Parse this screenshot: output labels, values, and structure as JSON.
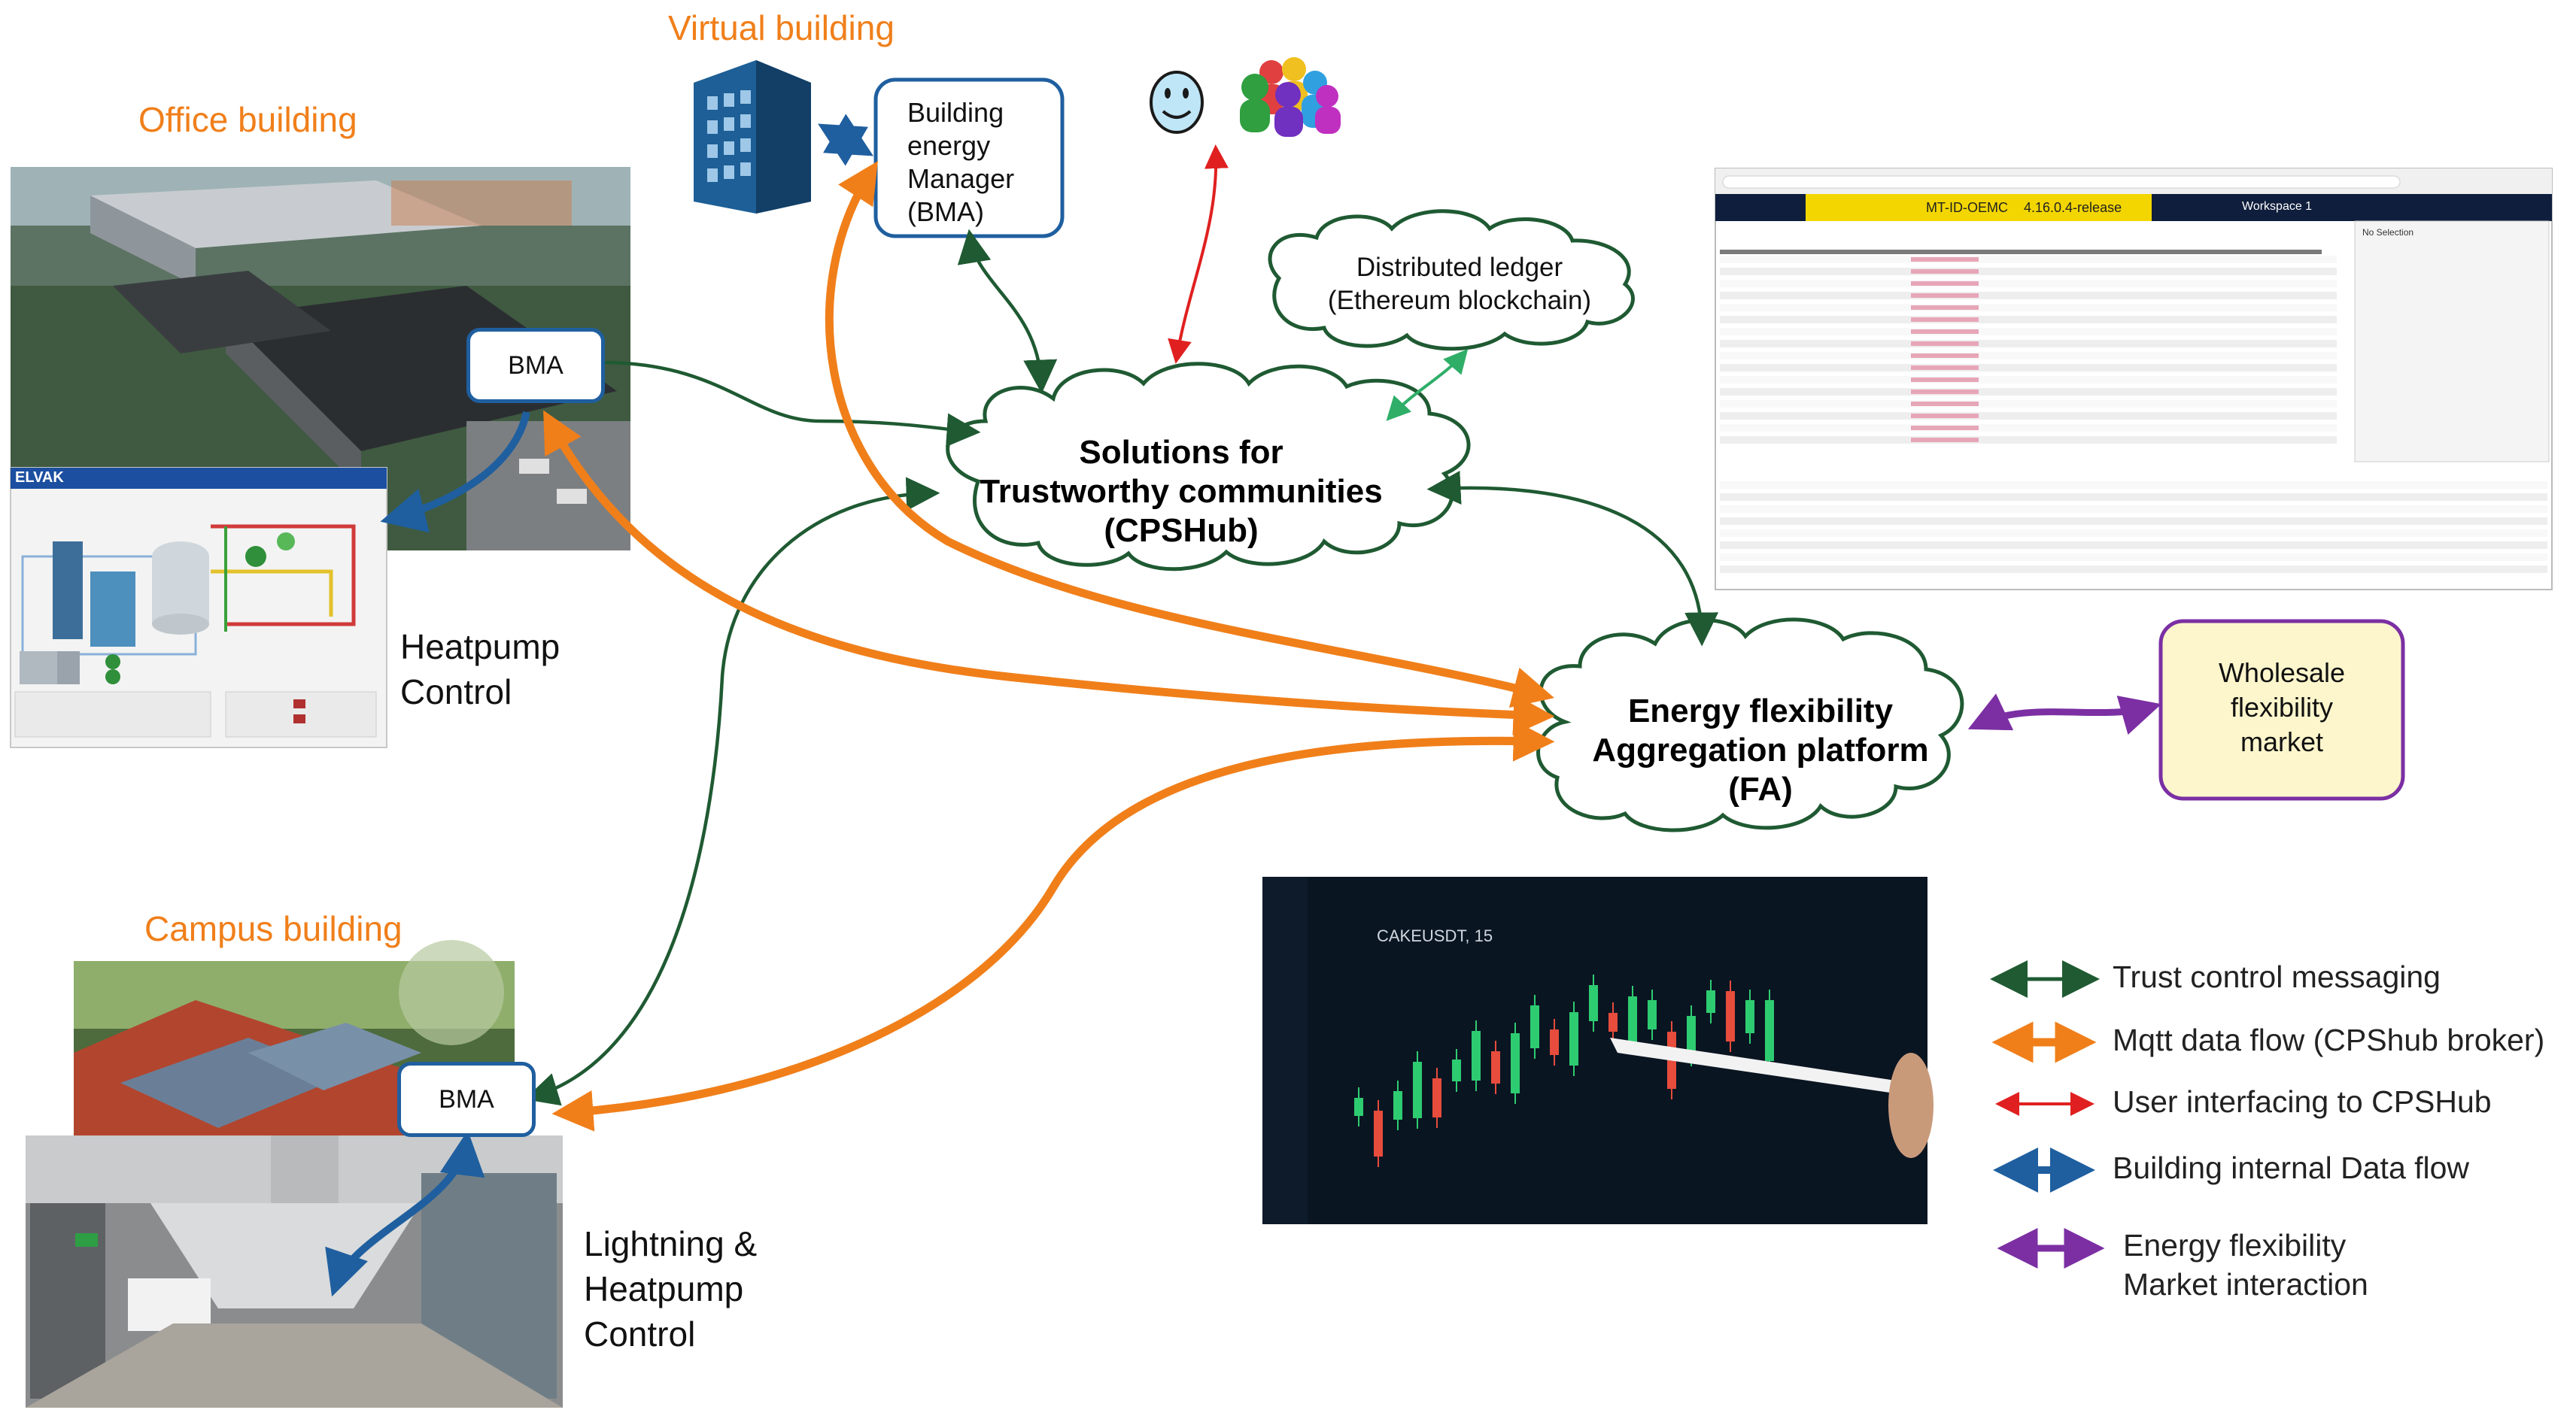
{
  "titles": {
    "office": "Office building",
    "virtual": "Virtual building",
    "campus": "Campus building"
  },
  "bma_label": "BMA",
  "bem": [
    "Building",
    "energy",
    "Manager",
    "(BMA)"
  ],
  "ledger": [
    "Distributed ledger",
    "(Ethereum blockchain)"
  ],
  "cpshub": [
    "Solutions for",
    "Trustworthy communities",
    "(CPSHub)"
  ],
  "fa": [
    "Energy flexibility",
    "Aggregation platform",
    "(FA)"
  ],
  "wholesale": [
    "Wholesale",
    "flexibility",
    "market"
  ],
  "heatpump": [
    "Heatpump",
    "Control"
  ],
  "lightning": [
    "Lightning &",
    "Heatpump",
    "Control"
  ],
  "scada_logo": "ELVAK",
  "trading": {
    "contract": "MT-ID-OEMC",
    "release": "4.16.0.4-release",
    "workspace": "Workspace 1",
    "no_selection": "No Selection"
  },
  "chart_ticker": "CAKEUSDT, 15",
  "legend": [
    {
      "label": "Trust control messaging",
      "color": "#1f5a32"
    },
    {
      "label": "Mqtt data flow (CPShub broker)",
      "color": "#f07f1a"
    },
    {
      "label": "User interfacing to CPSHub",
      "color": "#e02020"
    },
    {
      "label": "Building internal Data flow",
      "color": "#1f5f9f"
    },
    {
      "label": "Energy flexibility\nMarket interaction",
      "label_lines": [
        "Energy flexibility",
        "Market interaction"
      ],
      "color": "#7b2fa3"
    }
  ],
  "colors": {
    "trust": "#1f5a32",
    "mqtt": "#f07f1a",
    "user": "#e02020",
    "internal": "#1f5f9f",
    "market": "#7b2fa3",
    "bma_border": "#1f5f9f",
    "wholesale_fill": "#fdf6cc"
  }
}
